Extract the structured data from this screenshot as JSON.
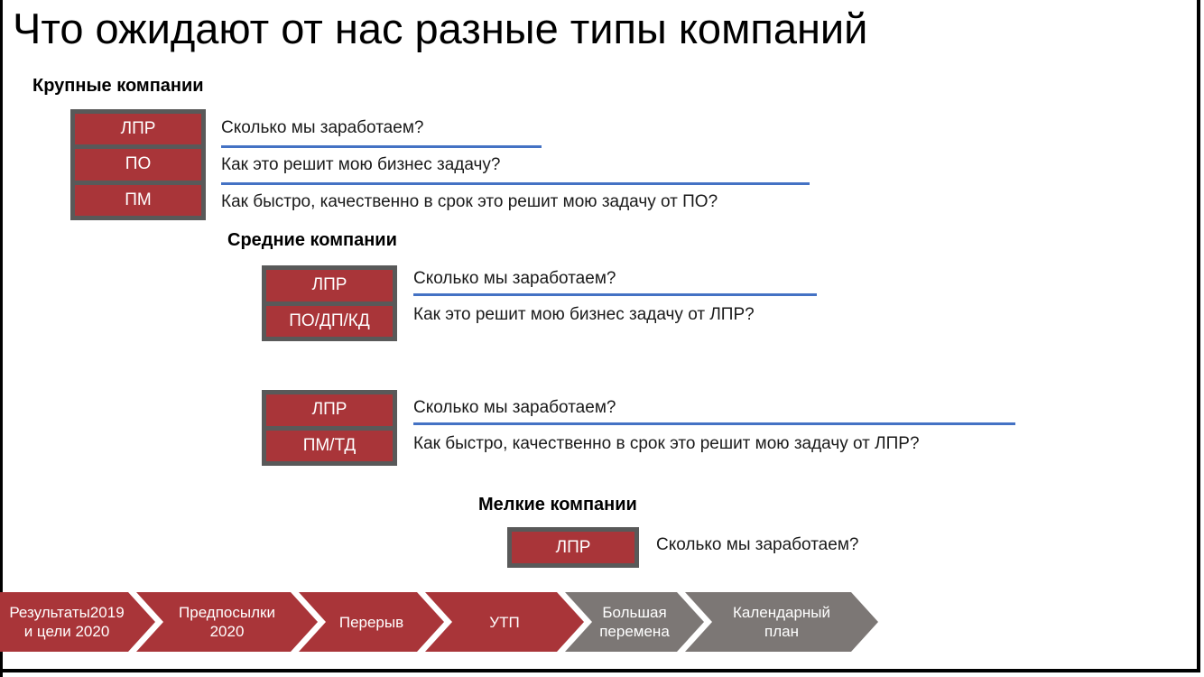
{
  "title": "Что ожидают от нас разные типы компаний",
  "colors": {
    "box_red": "#A93539",
    "frame_gray": "#595959",
    "chevron_gray": "#7C7775",
    "underline_blue": "#4472C4",
    "slide_border": "#000000"
  },
  "large": {
    "header": "Крупные компании",
    "roles": [
      "ЛПР",
      "ПО",
      "ПМ"
    ],
    "questions": [
      "Сколько мы заработаем?",
      "Как это решит мою бизнес задачу?",
      "Как быстро, качественно в срок это решит мою задачу от ПО?"
    ]
  },
  "medium": {
    "header": "Средние компании",
    "group1": {
      "roles": [
        "ЛПР",
        "ПО/ДП/КД"
      ],
      "questions": [
        "Сколько мы заработаем?",
        "Как это решит мою бизнес задачу от ЛПР?"
      ]
    },
    "group2": {
      "roles": [
        "ЛПР",
        "ПМ/ТД"
      ],
      "questions": [
        "Сколько мы заработаем?",
        "Как быстро, качественно в срок это решит мою задачу от ЛПР?"
      ]
    }
  },
  "small": {
    "header": "Мелкие компании",
    "roles": [
      "ЛПР"
    ],
    "questions": [
      "Сколько мы заработаем?"
    ]
  },
  "timeline": {
    "items": [
      {
        "line1": "Результаты2019",
        "line2": "и цели 2020",
        "color": "#A93539"
      },
      {
        "line1": "Предпосылки",
        "line2": "2020",
        "color": "#A93539"
      },
      {
        "line1": "Перерыв",
        "line2": "",
        "color": "#A93539"
      },
      {
        "line1": "УТП",
        "line2": "",
        "color": "#A93539"
      },
      {
        "line1": "Большая",
        "line2": "перемена",
        "color": "#7C7775"
      },
      {
        "line1": "Календарный",
        "line2": "план",
        "color": "#7C7775"
      }
    ]
  }
}
